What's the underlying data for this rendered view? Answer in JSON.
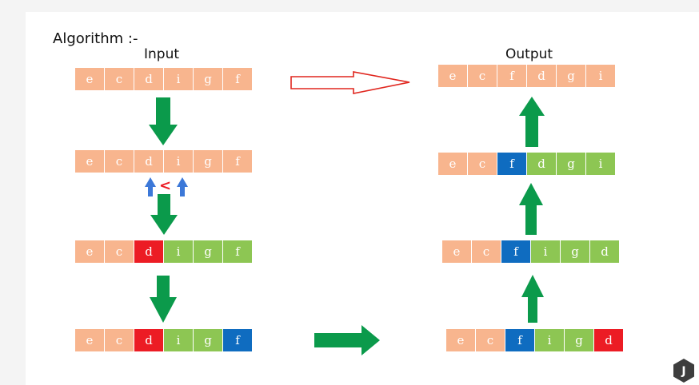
{
  "labels": {
    "algorithm": "Algorithm :-",
    "input": "Input",
    "output": "Output",
    "less_than": "<"
  },
  "logo": {
    "letter": "J"
  },
  "colors": {
    "peach": "#f8b58e",
    "green": "#8dc653",
    "blue": "#0f6cc0",
    "red": "#ec1c24",
    "arrow_green": "#0b9a4b",
    "arrow_blue": "#3c78d8",
    "outline_red": "#e0261e"
  },
  "rows": [
    {
      "id": "input-row",
      "letters": [
        "e",
        "c",
        "d",
        "i",
        "g",
        "f"
      ],
      "colors": [
        "peach",
        "peach",
        "peach",
        "peach",
        "peach",
        "peach"
      ]
    },
    {
      "id": "compare-row",
      "letters": [
        "e",
        "c",
        "d",
        "i",
        "g",
        "f"
      ],
      "colors": [
        "peach",
        "peach",
        "peach",
        "peach",
        "peach",
        "peach"
      ]
    },
    {
      "id": "split-row",
      "letters": [
        "e",
        "c",
        "d",
        "i",
        "g",
        "f"
      ],
      "colors": [
        "peach",
        "peach",
        "red",
        "green",
        "green",
        "green"
      ]
    },
    {
      "id": "swap-candidate-row",
      "letters": [
        "e",
        "c",
        "d",
        "i",
        "g",
        "f"
      ],
      "colors": [
        "peach",
        "peach",
        "red",
        "green",
        "green",
        "blue"
      ]
    },
    {
      "id": "swapped-row",
      "letters": [
        "e",
        "c",
        "f",
        "i",
        "g",
        "d"
      ],
      "colors": [
        "peach",
        "peach",
        "blue",
        "green",
        "green",
        "red"
      ]
    },
    {
      "id": "sorted-step-row",
      "letters": [
        "e",
        "c",
        "f",
        "i",
        "g",
        "d"
      ],
      "colors": [
        "peach",
        "peach",
        "blue",
        "green",
        "green",
        "green"
      ]
    },
    {
      "id": "reversed-row",
      "letters": [
        "e",
        "c",
        "f",
        "d",
        "g",
        "i"
      ],
      "colors": [
        "peach",
        "peach",
        "blue",
        "green",
        "green",
        "green"
      ]
    },
    {
      "id": "output-row",
      "letters": [
        "e",
        "c",
        "f",
        "d",
        "g",
        "i"
      ],
      "colors": [
        "peach",
        "peach",
        "peach",
        "peach",
        "peach",
        "peach"
      ]
    }
  ]
}
